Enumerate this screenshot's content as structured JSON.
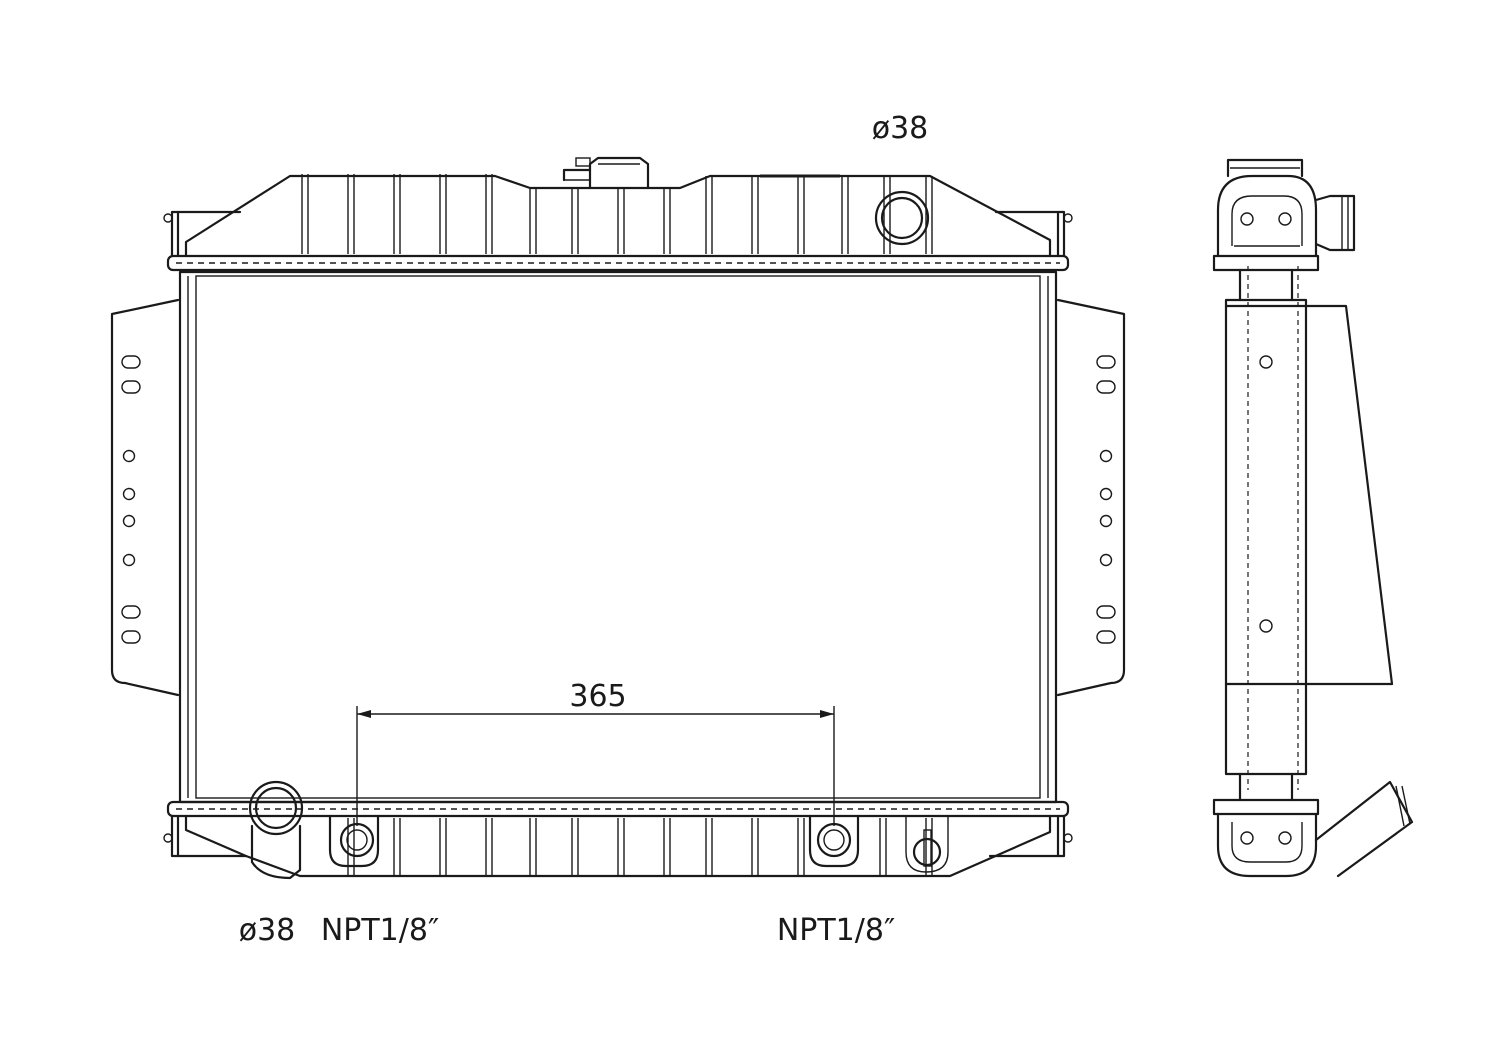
{
  "labels": {
    "top_diameter": "ø38",
    "bottom_diameter": "ø38",
    "sensor_left": "NPT1/8″",
    "sensor_right": "NPT1/8″",
    "center_distance": "365"
  },
  "colors": {
    "line": "#1a1a1a",
    "background": "#ffffff"
  }
}
